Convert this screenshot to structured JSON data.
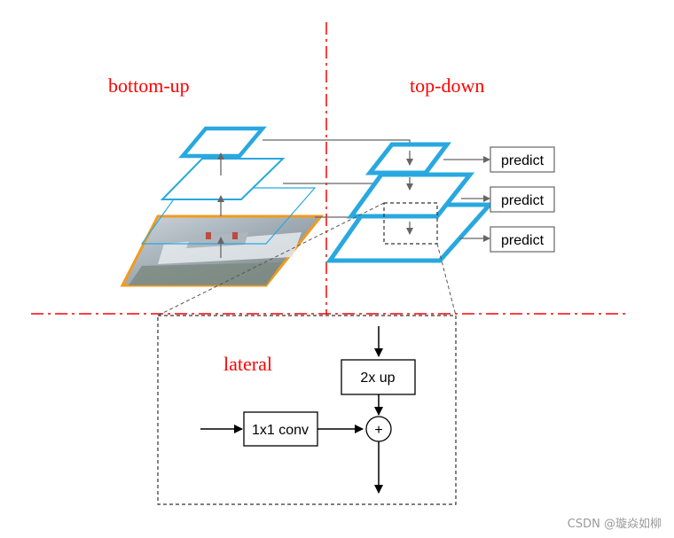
{
  "labels": {
    "bottom_up": "bottom-up",
    "top_down": "top-down",
    "lateral": "lateral"
  },
  "predict_labels": [
    "predict",
    "predict",
    "predict"
  ],
  "blocks": {
    "conv": "1x1 conv",
    "upsample": "2x up",
    "add": "+"
  },
  "watermark": "CSDN @璇焱如柳",
  "colors": {
    "pyramid_blue": "#29a8e0",
    "input_orange": "#f39a1e",
    "divider_red": "#ff0000",
    "arrow_gray": "#666666"
  }
}
